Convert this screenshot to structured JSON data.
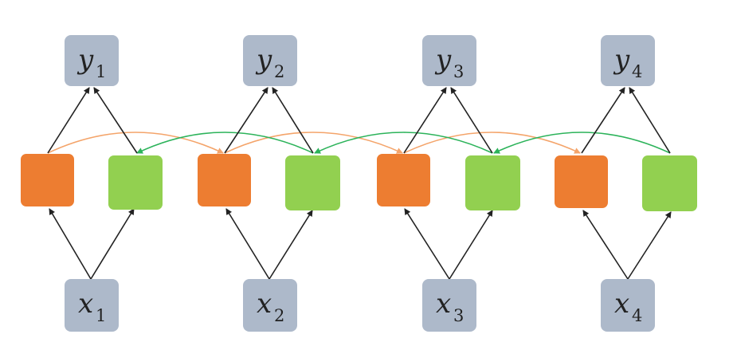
{
  "inputs": [
    {
      "var": "x",
      "sub": "1"
    },
    {
      "var": "x",
      "sub": "2"
    },
    {
      "var": "x",
      "sub": "3"
    },
    {
      "var": "x",
      "sub": "4"
    }
  ],
  "outputs": [
    {
      "var": "y",
      "sub": "1"
    },
    {
      "var": "y",
      "sub": "2"
    },
    {
      "var": "y",
      "sub": "3"
    },
    {
      "var": "y",
      "sub": "4"
    }
  ],
  "colors": {
    "io_box": "#adb9ca",
    "forward_state": "#ed7d31",
    "backward_state": "#92d050",
    "forward_link": "#f4a46a",
    "backward_link": "#2cb35a",
    "edge": "#222222"
  }
}
